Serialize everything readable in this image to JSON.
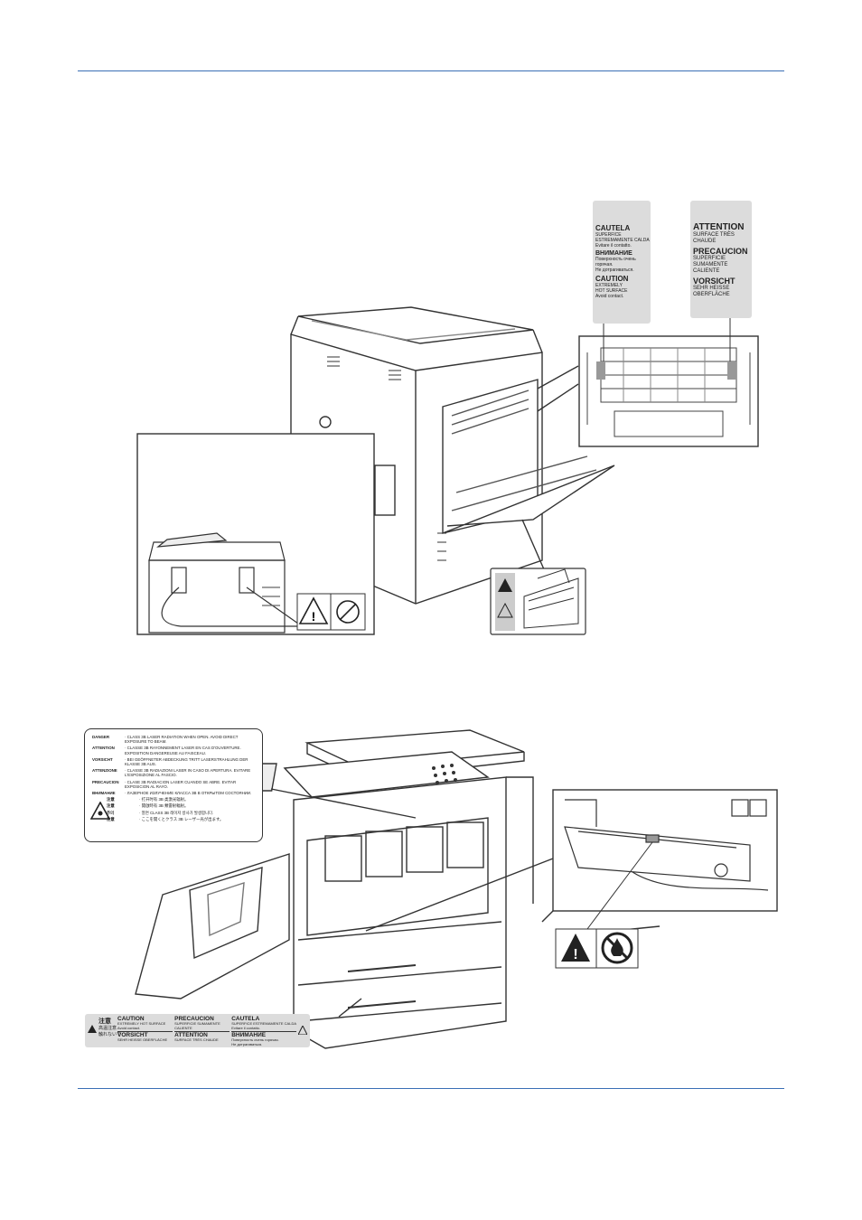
{
  "label_left": {
    "sections": [
      {
        "title": "CAUTELA",
        "lines": [
          "SUPERFICE",
          "ESTREMAMENTE CALDA",
          "Evitare il contatto."
        ]
      },
      {
        "title": "ВНИМАНИЕ",
        "lines": [
          "Поверхность очень",
          "горячая.",
          "Не дотрагиваться."
        ]
      },
      {
        "title": "CAUTION",
        "lines": [
          "EXTREMELY",
          "HOT SURFACE",
          "Avoid contact."
        ]
      }
    ]
  },
  "label_right": {
    "sections": [
      {
        "title": "ATTENTION",
        "lines": [
          "SURFACE TRÈS",
          "CHAUDE"
        ]
      },
      {
        "title": "PRECAUCION",
        "lines": [
          "SUPERFICIE",
          "SUMAMENTE",
          "CALIENTE"
        ]
      },
      {
        "title": "VORSICHT",
        "lines": [
          "SEHR HEISSE",
          "OBERFLÄCHE"
        ]
      }
    ]
  },
  "laser_label": {
    "rows": [
      {
        "key": "DANGER",
        "text": "· CLASS 3B LASER RADIATION WHEN OPEN. AVOID DIRECT EXPOSURE TO BEAM."
      },
      {
        "key": "ATTENTION",
        "text": "· CLASSE 3B RAYONNEMENT LASER EN CAS D'OUVERTURE. EXPOSITION DANGEREUSE AU FAISCEAU."
      },
      {
        "key": "VORSICHT",
        "text": "· BEI GEÖFFNETER ABDECKUNG TRITT LASERSTRAHLUNG DER KLASSE 3B AUS."
      },
      {
        "key": "ATTENZIONE",
        "text": "· CLASSE 3B RADIAZIONI LASER IN CASO DI APERTURA. EVITARE L'ESPOSIZIONE AL FASCIO."
      },
      {
        "key": "PRECAUCION",
        "text": "· CLASE 3B RADIACION LASER CUANDO SE ABRE. EVITAR EXPOSICION AL RAYO."
      },
      {
        "key": "ВНИМАНИЕ",
        "text": "· ЛАЗЕРНОЕ ИЗЛУЧЕНИЕ КЛАССА 3B В ОТКРЫТОМ СОСТОЯНИИ."
      },
      {
        "key": "注意",
        "text": "· 打开时有 3B 类激光辐射。"
      },
      {
        "key": "注意",
        "text": "· 開啟時有 3B 類雷射輻射。"
      },
      {
        "key": "주의",
        "text": "· 열면 CLASS 3B 레이저 방사가 발생합니다."
      },
      {
        "key": "注意",
        "text": "· ここを開くとクラス 3B レーザー光が出ます。"
      }
    ]
  },
  "bottom_label": {
    "jp": [
      "注意",
      "高温注意",
      "触れないで"
    ],
    "cols": [
      [
        {
          "title": "CAUTION",
          "lines": [
            "EXTREMELY HOT SURFACE",
            "Avoid contact."
          ]
        },
        {
          "title": "VORSICHT",
          "lines": [
            "SEHR HEISSE OBERFLÄCHE"
          ]
        }
      ],
      [
        {
          "title": "PRECAUCION",
          "lines": [
            "SUPERFICIE SUMAMENTE",
            "CALIENTE"
          ]
        },
        {
          "title": "ATTENTION",
          "lines": [
            "SURFACE TRÈS CHAUDE"
          ]
        }
      ],
      [
        {
          "title": "CAUTELA",
          "lines": [
            "SUPERFICE ESTREMAMENTE CALDA",
            "Evitare il contatto."
          ]
        },
        {
          "title": "ВНИМАНИЕ",
          "lines": [
            "Поверхность очень горячая.",
            "Не дотрагиваться."
          ]
        }
      ]
    ]
  },
  "icons": [
    "warning-triangle-icon",
    "hot-surface-icon",
    "no-fire-icon",
    "no-touch-icon"
  ]
}
